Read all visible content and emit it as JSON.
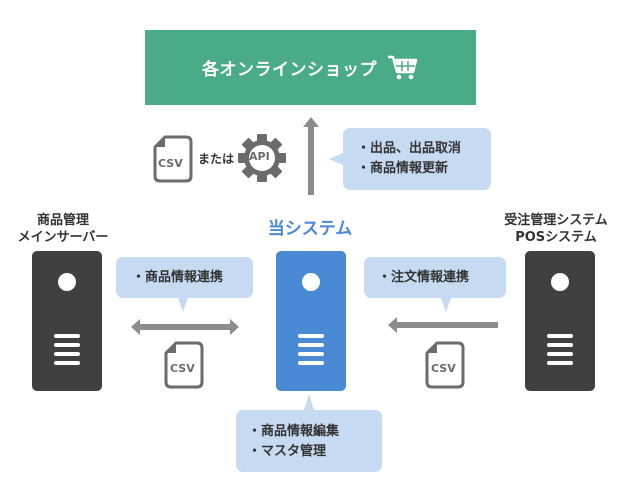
{
  "shop": {
    "label": "各オンラインショップ",
    "icon": "shopping-cart-icon",
    "color": "#4aac86"
  },
  "api_section": {
    "csv_label": "CSV",
    "or_text": "または",
    "api_label": "API",
    "bubble_lines": [
      "・出品、出品取消",
      "・商品情報更新"
    ]
  },
  "left_system": {
    "title_lines": [
      "商品管理",
      "メインサーバー"
    ],
    "bubble_text": "・商品情報連携",
    "csv_label": "CSV",
    "color": "#404040"
  },
  "center_system": {
    "title": "当システム",
    "bubble_lines": [
      "・商品情報編集",
      "・マスタ管理"
    ],
    "color": "#4a89d4"
  },
  "right_system": {
    "title_lines": [
      "受注管理システム",
      "POSシステム"
    ],
    "bubble_text": "・注文情報連携",
    "csv_label": "CSV",
    "color": "#404040"
  },
  "colors": {
    "bubble": "#c6dbf2",
    "arrow": "#8c8c8c",
    "icon_gray": "#6b6b6b"
  }
}
